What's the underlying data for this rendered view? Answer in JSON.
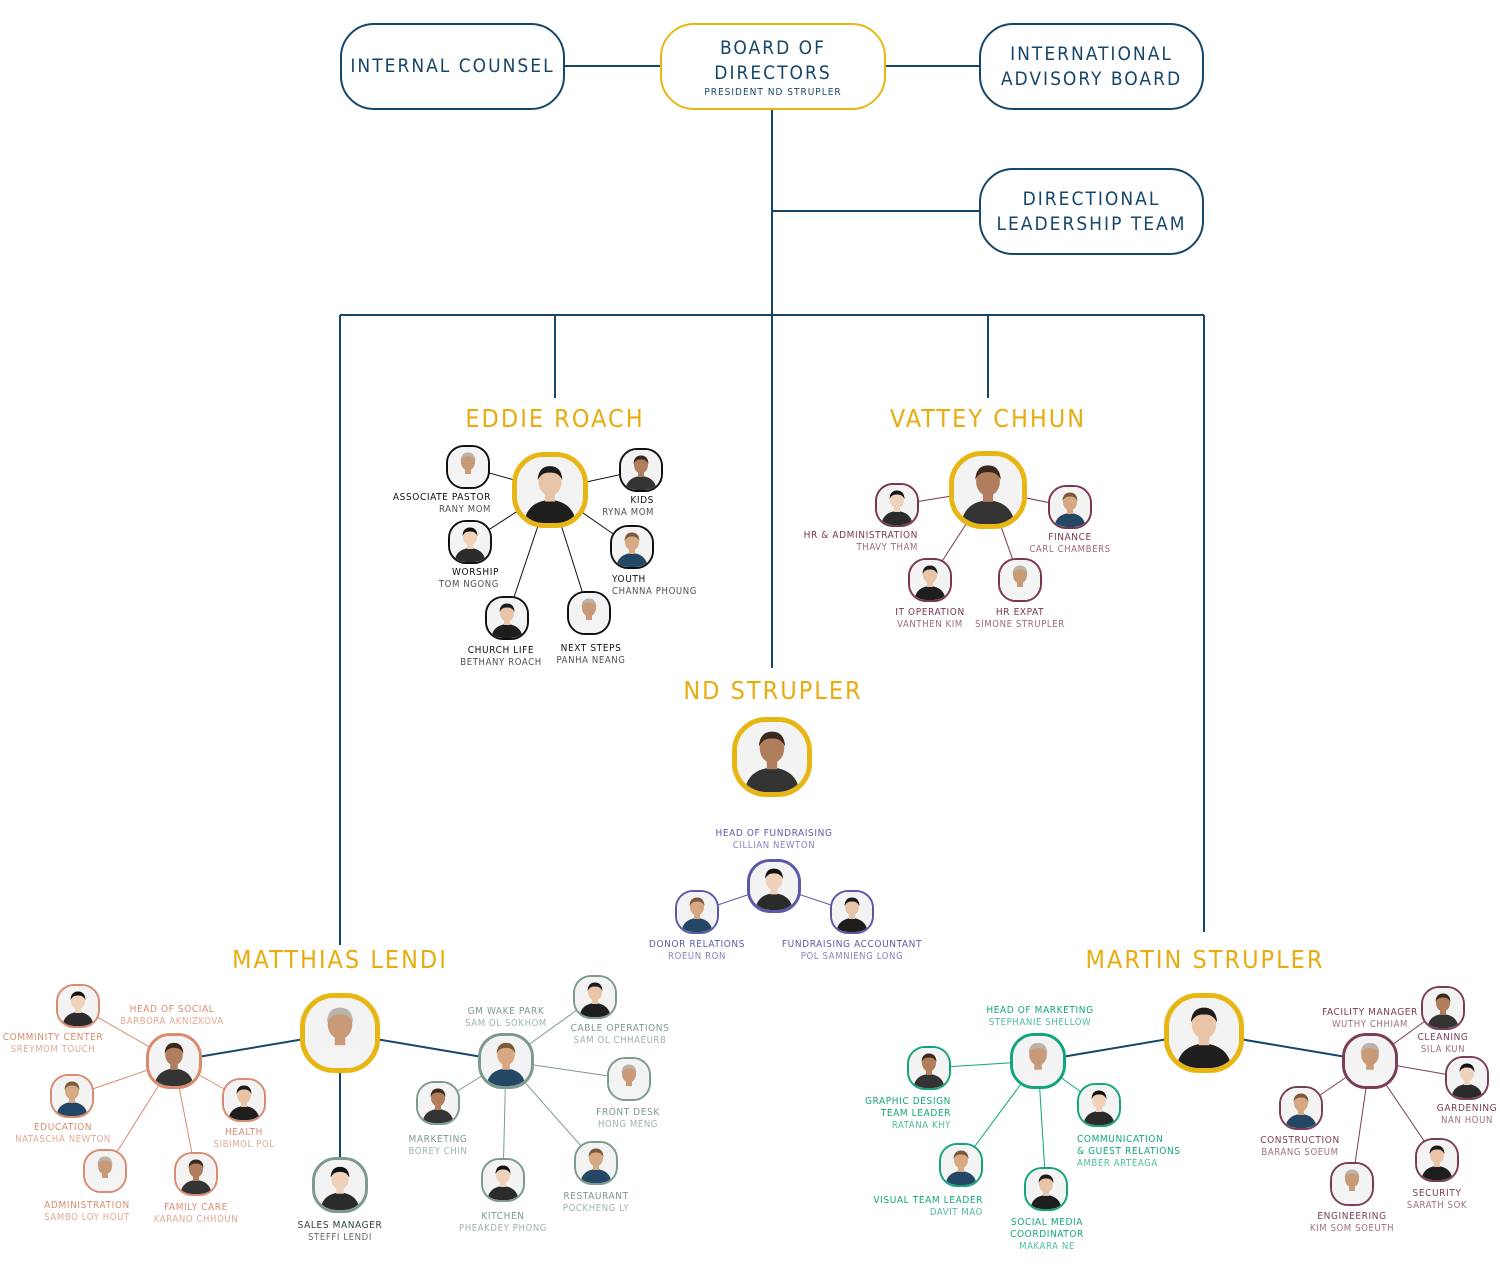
{
  "top": {
    "internal_counsel": "INTERNAL COUNSEL",
    "board_title": "BOARD OF DIRECTORS",
    "board_sub": "PRESIDENT ND STRUPLER",
    "advisory": "INTERNATIONAL\nADVISORY BOARD",
    "directional": "DIRECTIONAL\nLEADERSHIP TEAM"
  },
  "leaders": {
    "eddie": "EDDIE ROACH",
    "vattey": "VATTEY CHHUN",
    "nd": "ND STRUPLER",
    "matthias": "MATTHIAS LENDI",
    "martin": "MARTIN STRUPLER"
  },
  "colors": {
    "navy": "#17466b",
    "gold": "#e8b614",
    "black_team": "#111111",
    "hr_team": "#7a3552",
    "fund_team": "#5c5aa8",
    "social_team": "#d88b6f",
    "wake_team": "#7d9a8c",
    "marketing_team": "#12a57c",
    "facility_team": "#7a3e58"
  },
  "eddie_team": [
    {
      "role": "ASSOCIATE PASTOR",
      "name": "RANY MOM"
    },
    {
      "role": "KIDS",
      "name": "RYNA MOM"
    },
    {
      "role": "WORSHIP",
      "name": "TOM NGONG"
    },
    {
      "role": "YOUTH",
      "name": "CHANNA PHOUNG"
    },
    {
      "role": "CHURCH LIFE",
      "name": "BETHANY ROACH"
    },
    {
      "role": "NEXT STEPS",
      "name": "PANHA NEANG"
    }
  ],
  "vattey_team": [
    {
      "role": "HR & ADMINISTRATION",
      "name": "THAVY THAM"
    },
    {
      "role": "FINANCE",
      "name": "CARL CHAMBERS"
    },
    {
      "role": "IT OPERATION",
      "name": "VANTHEN KIM"
    },
    {
      "role": "HR EXPAT",
      "name": "SIMONE STRUPLER"
    }
  ],
  "nd_team": {
    "head": {
      "role": "HEAD OF FUNDRAISING",
      "name": "CILLIAN NEWTON"
    },
    "members": [
      {
        "role": "DONOR RELATIONS",
        "name": "ROEUN RON"
      },
      {
        "role": "FUNDRAISING ACCOUNTANT",
        "name": "POL SAMNIENG LONG"
      }
    ]
  },
  "matthias_team": {
    "social_head": {
      "role": "HEAD OF SOCIAL",
      "name": "BARBORA AKNIZKOVA"
    },
    "social": [
      {
        "role": "COMMINITY CENTER",
        "name": "SREYMOM TOUCH"
      },
      {
        "role": "EDUCATION",
        "name": "NATASCHA NEWTON"
      },
      {
        "role": "HEALTH",
        "name": "SIBIMOL POL"
      },
      {
        "role": "ADMINISTRATION",
        "name": "SAMBO LOY HOUT"
      },
      {
        "role": "FAMILY CARE",
        "name": "KARANO CHHOUN"
      }
    ],
    "sales": {
      "role": "SALES MANAGER",
      "name": "STEFFI LENDI"
    },
    "wake_head": {
      "role": "GM WAKE PARK",
      "name": "SAM OL SOKHOM"
    },
    "wake": [
      {
        "role": "CABLE OPERATIONS",
        "name": "SAM OL CHHAEURB"
      },
      {
        "role": "FRONT DESK",
        "name": "HONG MENG"
      },
      {
        "role": "MARKETING",
        "name": "BOREY CHIN"
      },
      {
        "role": "KITCHEN",
        "name": "PHEAKDEY PHONG"
      },
      {
        "role": "RESTAURANT",
        "name": "POCKHENG LY"
      }
    ]
  },
  "martin_team": {
    "marketing_head": {
      "role": "HEAD OF MARKETING",
      "name": "STEPHANIE SHELLOW"
    },
    "marketing": [
      {
        "role": "GRAPHIC DESIGN\nTEAM LEADER",
        "name": "RATANA KHY"
      },
      {
        "role": "COMMUNICATION\n& GUEST RELATIONS",
        "name": "AMBER ARTEAGA"
      },
      {
        "role": "VISUAL TEAM LEADER",
        "name": "DAVIT MAO"
      },
      {
        "role": "SOCIAL MEDIA\nCOORDINATOR",
        "name": "MAKARA NE"
      }
    ],
    "facility_head": {
      "role": "FACILITY MANAGER",
      "name": "WUTHY CHHIAM"
    },
    "facility": [
      {
        "role": "CLEANING",
        "name": "SILA KUN"
      },
      {
        "role": "GARDENING",
        "name": "NAN HOUN"
      },
      {
        "role": "CONSTRUCTION",
        "name": "BARANG SOEUM"
      },
      {
        "role": "SECURITY",
        "name": "SARATH SOK"
      },
      {
        "role": "ENGINEERING",
        "name": "KIM SOM SOEUTH"
      }
    ]
  }
}
